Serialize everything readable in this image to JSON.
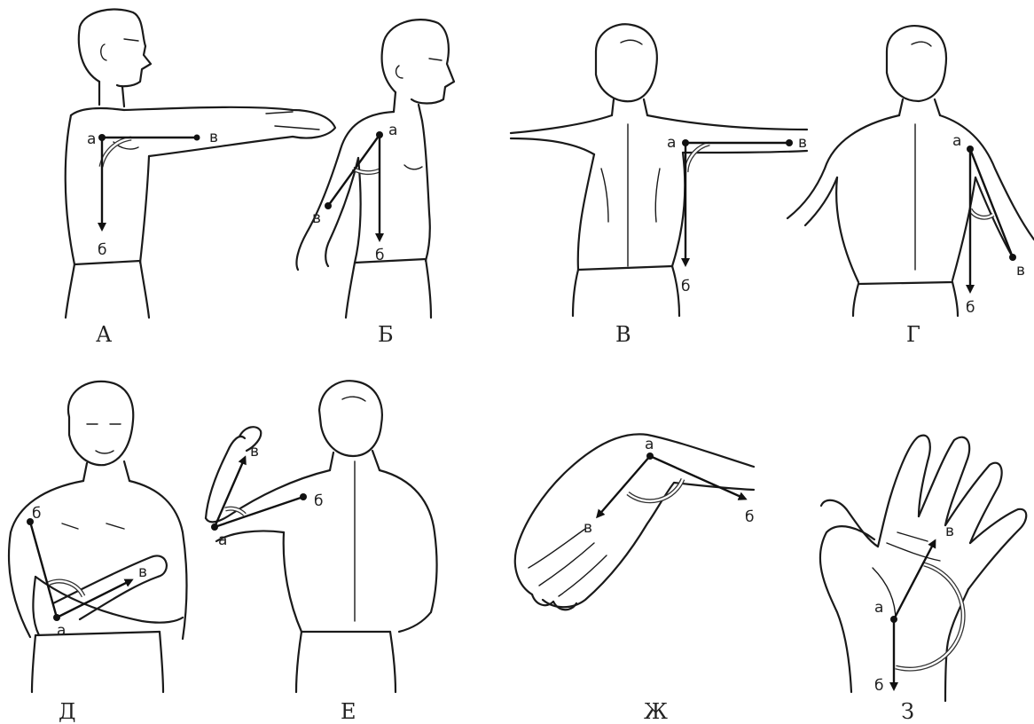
{
  "figures": [
    {
      "label": "А",
      "points": {
        "a": "а",
        "b": "б",
        "v": "в"
      }
    },
    {
      "label": "Б",
      "points": {
        "a": "а",
        "b": "б",
        "v": "в"
      }
    },
    {
      "label": "В",
      "points": {
        "a": "а",
        "b": "б",
        "v": "в"
      }
    },
    {
      "label": "Г",
      "points": {
        "a": "а",
        "b": "б",
        "v": "в"
      }
    },
    {
      "label": "Д",
      "points": {
        "a": "а",
        "b": "б",
        "v": "в"
      }
    },
    {
      "label": "Е",
      "points": {
        "a": "а",
        "b": "б",
        "v": "в"
      }
    },
    {
      "label": "Ж",
      "points": {
        "a": "а",
        "b": "б",
        "v": "в"
      }
    },
    {
      "label": "З",
      "points": {
        "a": "а",
        "b": "б",
        "v": "в"
      }
    }
  ]
}
